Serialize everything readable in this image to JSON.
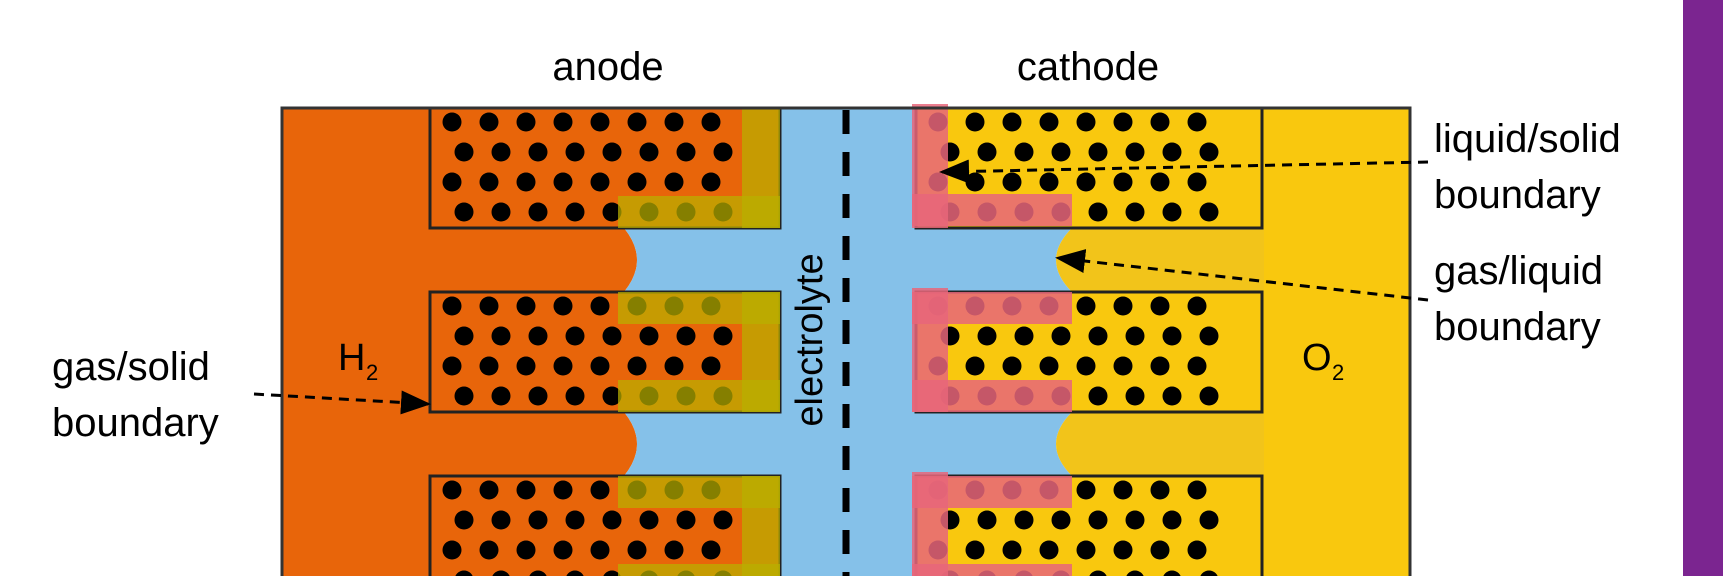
{
  "labels": {
    "anode": "anode",
    "cathode": "cathode",
    "electrolyte": "electrolyte",
    "h2_main": "H",
    "h2_sub": "2",
    "o2_main": "O",
    "o2_sub": "2",
    "liquid_solid_1": "liquid/solid",
    "liquid_solid_2": "boundary",
    "gas_liquid_1": "gas/liquid",
    "gas_liquid_2": "boundary",
    "gas_solid_1": "gas/solid",
    "gas_solid_2": "boundary"
  },
  "colors": {
    "anode_gas": "#e8650a",
    "cathode_gas": "#f9c80e",
    "electrolyte": "#85c1e9",
    "anode_boundary": "#b8b000",
    "cathode_boundary": "#e8667a",
    "pore": "#000000",
    "side_bar": "#7b2590"
  }
}
